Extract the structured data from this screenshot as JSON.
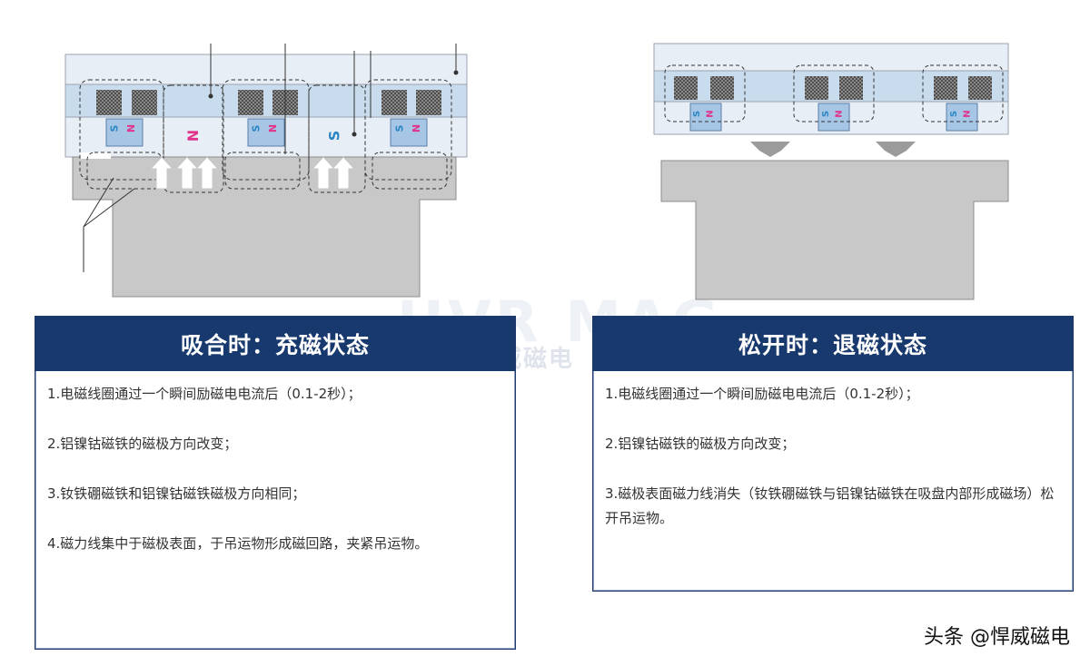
{
  "watermark": {
    "brand_en": "HVR MAG",
    "brand_cn": "悍威磁电"
  },
  "left_panel": {
    "title": "吸合时：充磁状态",
    "items": [
      "1.电磁线圈通过一个瞬间励磁电电流后（0.1-2秒）；",
      "2.铝镍钴磁铁的磁极方向改变；",
      "3.钕铁硼磁铁和铝镍钴磁铁磁极方向相同；",
      "4.磁力线集中于磁极表面，于吊运物形成磁回路，夹紧吊运物。"
    ]
  },
  "right_panel": {
    "title": "松开时：退磁状态",
    "items": [
      "1.电磁线圈通过一个瞬间励磁电电流后（0.1-2秒）；",
      "2.铝镍钴磁铁的磁极方向改变；",
      "3.磁极表面磁力线消失（钕铁硼磁铁与铝镍钴磁铁在吸盘内部形成磁场）松开吊运物。"
    ]
  },
  "left_diagram": {
    "magnet_labels": [
      "S",
      "N",
      "S",
      "N",
      "S",
      "N"
    ],
    "pole_labels": [
      "N",
      "S"
    ]
  },
  "right_diagram": {
    "magnet_labels": [
      "N",
      "S",
      "N",
      "S",
      "N",
      "S"
    ]
  },
  "credit": "头条 @悍威磁电",
  "colors": {
    "navy": "#17396d",
    "magnet_blue": "#c9dcee",
    "steel_gray": "#c8c8c8",
    "pole_pink": "#e0338a",
    "pole_cyan": "#2b86c4"
  }
}
